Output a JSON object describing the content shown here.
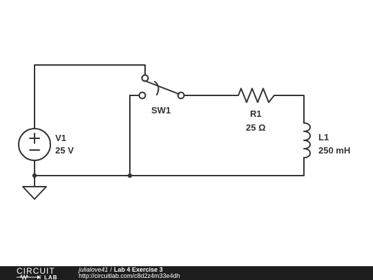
{
  "circuit": {
    "switch": {
      "name": "SW1"
    },
    "source": {
      "name": "V1",
      "value": "25 V"
    },
    "resistor": {
      "name": "R1",
      "value": "25 Ω"
    },
    "inductor": {
      "name": "L1",
      "value": "250 mH"
    }
  },
  "footer": {
    "logo_top": "CIRCUIT",
    "logo_bottom": "LAB",
    "author": "julialove41",
    "separator": "/",
    "title": "Lab 4 Exercise 3",
    "url": "http://circuitlab.com/c8d2z4m33e4dh"
  },
  "colors": {
    "wire": "#333333",
    "background": "#ffffff",
    "footer_bg": "#1e1e1e",
    "footer_text": "#ffffff"
  }
}
